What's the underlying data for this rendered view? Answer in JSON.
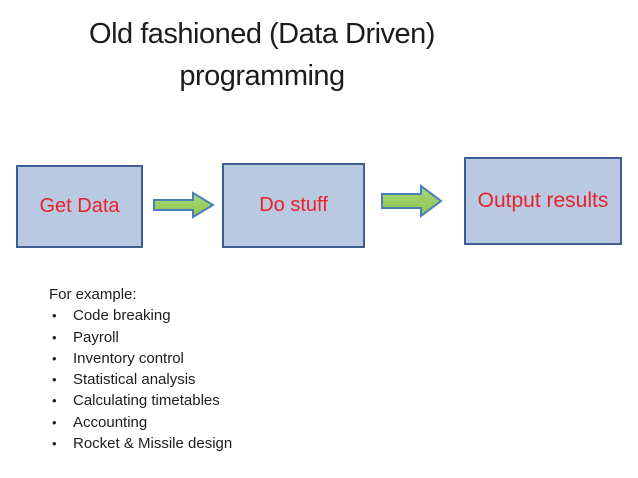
{
  "title": {
    "line1": "Old fashioned (Data Driven)",
    "line2": "programming"
  },
  "diagram": {
    "boxes": [
      {
        "label": "Get Data"
      },
      {
        "label": "Do stuff"
      },
      {
        "label": "Output results"
      }
    ]
  },
  "examples": {
    "heading": "For example:",
    "bullet_glyph": "•",
    "items": [
      "Code breaking",
      "Payroll",
      "Inventory control",
      "Statistical analysis",
      "Calculating timetables",
      "Accounting",
      "Rocket & Missile design"
    ]
  },
  "colors": {
    "background": "#ffffff",
    "title_text": "#1c1c1c",
    "body_text": "#1d1d1d",
    "box_fill": "#b9c9e1",
    "box_border": "#3e5f92",
    "box_label_text": "#e8222a",
    "arrow_fill_light": "#a9d977",
    "arrow_fill_dark": "#8fc24d",
    "arrow_border": "#4a7ebb"
  }
}
